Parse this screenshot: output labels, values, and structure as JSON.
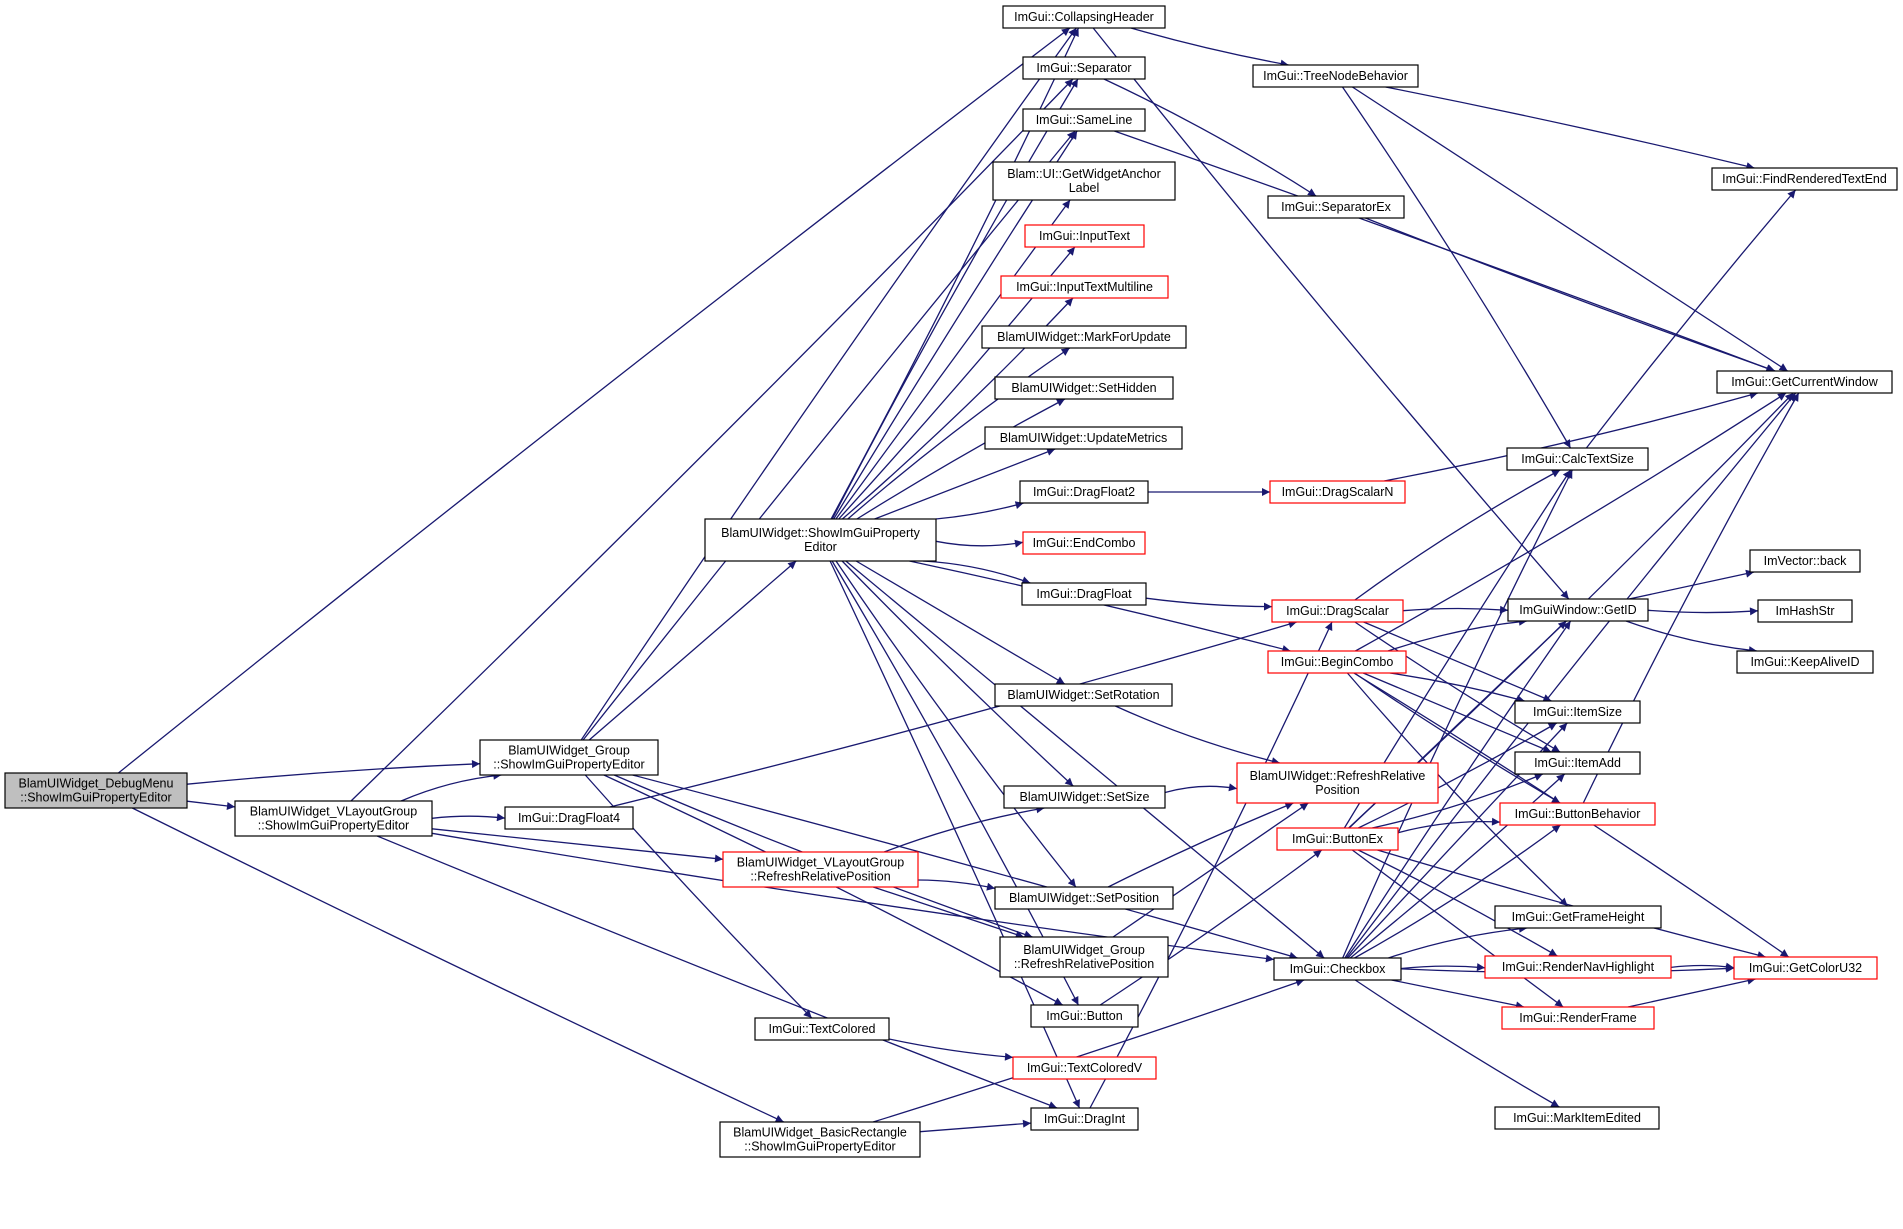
{
  "nodes": [
    {
      "id": "root",
      "lines": [
        "BlamUIWidget_DebugMenu",
        "::ShowImGuiPropertyEditor"
      ],
      "style": "root"
    },
    {
      "id": "vlayout",
      "lines": [
        "BlamUIWidget_VLayoutGroup",
        "::ShowImGuiPropertyEditor"
      ],
      "style": "normal"
    },
    {
      "id": "group",
      "lines": [
        "BlamUIWidget_Group",
        "::ShowImGuiPropertyEditor"
      ],
      "style": "normal"
    },
    {
      "id": "basicrect",
      "lines": [
        "BlamUIWidget_BasicRectangle",
        "::ShowImGuiPropertyEditor"
      ],
      "style": "normal"
    },
    {
      "id": "dragfloat4",
      "lines": [
        "ImGui::DragFloat4"
      ],
      "style": "normal"
    },
    {
      "id": "vlrefresh",
      "lines": [
        "BlamUIWidget_VLayoutGroup",
        "::RefreshRelativePosition"
      ],
      "style": "red"
    },
    {
      "id": "textcolored",
      "lines": [
        "ImGui::TextColored"
      ],
      "style": "normal"
    },
    {
      "id": "widget",
      "lines": [
        "BlamUIWidget::ShowImGuiProperty",
        "Editor"
      ],
      "style": "normal"
    },
    {
      "id": "collapsing",
      "lines": [
        "ImGui::CollapsingHeader"
      ],
      "style": "normal"
    },
    {
      "id": "separator",
      "lines": [
        "ImGui::Separator"
      ],
      "style": "normal"
    },
    {
      "id": "sameline",
      "lines": [
        "ImGui::SameLine"
      ],
      "style": "normal"
    },
    {
      "id": "anchorlabel",
      "lines": [
        "Blam::UI::GetWidgetAnchor",
        "Label"
      ],
      "style": "normal"
    },
    {
      "id": "inputtext",
      "lines": [
        "ImGui::InputText"
      ],
      "style": "red"
    },
    {
      "id": "inputmulti",
      "lines": [
        "ImGui::InputTextMultiline"
      ],
      "style": "red"
    },
    {
      "id": "markforupdate",
      "lines": [
        "BlamUIWidget::MarkForUpdate"
      ],
      "style": "normal"
    },
    {
      "id": "sethidden",
      "lines": [
        "BlamUIWidget::SetHidden"
      ],
      "style": "normal"
    },
    {
      "id": "updatemetrics",
      "lines": [
        "BlamUIWidget::UpdateMetrics"
      ],
      "style": "normal"
    },
    {
      "id": "dragfloat2",
      "lines": [
        "ImGui::DragFloat2"
      ],
      "style": "normal"
    },
    {
      "id": "endcombo",
      "lines": [
        "ImGui::EndCombo"
      ],
      "style": "red"
    },
    {
      "id": "dragfloat",
      "lines": [
        "ImGui::DragFloat"
      ],
      "style": "normal"
    },
    {
      "id": "setrotation",
      "lines": [
        "BlamUIWidget::SetRotation"
      ],
      "style": "normal"
    },
    {
      "id": "setsize",
      "lines": [
        "BlamUIWidget::SetSize"
      ],
      "style": "normal"
    },
    {
      "id": "setposition",
      "lines": [
        "BlamUIWidget::SetPosition"
      ],
      "style": "normal"
    },
    {
      "id": "grouprefresh",
      "lines": [
        "BlamUIWidget_Group",
        "::RefreshRelativePosition"
      ],
      "style": "normal"
    },
    {
      "id": "button",
      "lines": [
        "ImGui::Button"
      ],
      "style": "normal"
    },
    {
      "id": "textcoloredv",
      "lines": [
        "ImGui::TextColoredV"
      ],
      "style": "red"
    },
    {
      "id": "dragint",
      "lines": [
        "ImGui::DragInt"
      ],
      "style": "normal"
    },
    {
      "id": "treenode",
      "lines": [
        "ImGui::TreeNodeBehavior"
      ],
      "style": "normal"
    },
    {
      "id": "separatorex",
      "lines": [
        "ImGui::SeparatorEx"
      ],
      "style": "normal"
    },
    {
      "id": "dragscalarn",
      "lines": [
        "ImGui::DragScalarN"
      ],
      "style": "red"
    },
    {
      "id": "dragscalar",
      "lines": [
        "ImGui::DragScalar"
      ],
      "style": "red"
    },
    {
      "id": "begincombo",
      "lines": [
        "ImGui::BeginCombo"
      ],
      "style": "red"
    },
    {
      "id": "refreshrel",
      "lines": [
        "BlamUIWidget::RefreshRelative",
        "Position"
      ],
      "style": "red"
    },
    {
      "id": "buttonex",
      "lines": [
        "ImGui::ButtonEx"
      ],
      "style": "red"
    },
    {
      "id": "checkbox",
      "lines": [
        "ImGui::Checkbox"
      ],
      "style": "normal"
    },
    {
      "id": "calctextsize",
      "lines": [
        "ImGui::CalcTextSize"
      ],
      "style": "normal"
    },
    {
      "id": "getid",
      "lines": [
        "ImGuiWindow::GetID"
      ],
      "style": "normal"
    },
    {
      "id": "itemsize",
      "lines": [
        "ImGui::ItemSize"
      ],
      "style": "normal"
    },
    {
      "id": "itemadd",
      "lines": [
        "ImGui::ItemAdd"
      ],
      "style": "normal"
    },
    {
      "id": "buttonbehavior",
      "lines": [
        "ImGui::ButtonBehavior"
      ],
      "style": "red"
    },
    {
      "id": "getframeheight",
      "lines": [
        "ImGui::GetFrameHeight"
      ],
      "style": "normal"
    },
    {
      "id": "rendernav",
      "lines": [
        "ImGui::RenderNavHighlight"
      ],
      "style": "red"
    },
    {
      "id": "renderframe",
      "lines": [
        "ImGui::RenderFrame"
      ],
      "style": "red"
    },
    {
      "id": "markedited",
      "lines": [
        "ImGui::MarkItemEdited"
      ],
      "style": "normal"
    },
    {
      "id": "findrendered",
      "lines": [
        "ImGui::FindRenderedTextEnd"
      ],
      "style": "normal"
    },
    {
      "id": "getcurrentwindow",
      "lines": [
        "ImGui::GetCurrentWindow"
      ],
      "style": "normal"
    },
    {
      "id": "imvectorback",
      "lines": [
        "ImVector::back"
      ],
      "style": "normal"
    },
    {
      "id": "imhashstr",
      "lines": [
        "ImHashStr"
      ],
      "style": "normal"
    },
    {
      "id": "keepalive",
      "lines": [
        "ImGui::KeepAliveID"
      ],
      "style": "normal"
    },
    {
      "id": "getcoloru32",
      "lines": [
        "ImGui::GetColorU32"
      ],
      "style": "red"
    }
  ],
  "edges": [
    [
      "root",
      "collapsing"
    ],
    [
      "root",
      "group"
    ],
    [
      "root",
      "vlayout"
    ],
    [
      "root",
      "basicrect"
    ],
    [
      "vlayout",
      "separator"
    ],
    [
      "vlayout",
      "group"
    ],
    [
      "vlayout",
      "dragfloat4"
    ],
    [
      "vlayout",
      "vlrefresh"
    ],
    [
      "vlayout",
      "dragint"
    ],
    [
      "vlayout",
      "checkbox"
    ],
    [
      "group",
      "collapsing"
    ],
    [
      "group",
      "sameline"
    ],
    [
      "group",
      "widget"
    ],
    [
      "group",
      "textcolored"
    ],
    [
      "group",
      "grouprefresh"
    ],
    [
      "group",
      "button"
    ],
    [
      "group",
      "checkbox"
    ],
    [
      "basicrect",
      "dragint"
    ],
    [
      "basicrect",
      "checkbox"
    ],
    [
      "dragfloat4",
      "dragscalar"
    ],
    [
      "vlrefresh",
      "setsize"
    ],
    [
      "vlrefresh",
      "setposition"
    ],
    [
      "vlrefresh",
      "grouprefresh"
    ],
    [
      "textcolored",
      "textcoloredv"
    ],
    [
      "widget",
      "collapsing"
    ],
    [
      "widget",
      "separator"
    ],
    [
      "widget",
      "sameline"
    ],
    [
      "widget",
      "anchorlabel"
    ],
    [
      "widget",
      "inputtext"
    ],
    [
      "widget",
      "inputmulti"
    ],
    [
      "widget",
      "markforupdate"
    ],
    [
      "widget",
      "sethidden"
    ],
    [
      "widget",
      "updatemetrics"
    ],
    [
      "widget",
      "dragfloat2"
    ],
    [
      "widget",
      "endcombo"
    ],
    [
      "widget",
      "dragfloat"
    ],
    [
      "widget",
      "begincombo"
    ],
    [
      "widget",
      "setrotation"
    ],
    [
      "widget",
      "setsize"
    ],
    [
      "widget",
      "setposition"
    ],
    [
      "widget",
      "button"
    ],
    [
      "widget",
      "dragint"
    ],
    [
      "widget",
      "checkbox"
    ],
    [
      "collapsing",
      "treenode"
    ],
    [
      "collapsing",
      "getid"
    ],
    [
      "separator",
      "separatorex"
    ],
    [
      "sameline",
      "getcurrentwindow"
    ],
    [
      "dragfloat2",
      "dragscalarn"
    ],
    [
      "dragfloat",
      "dragscalar"
    ],
    [
      "setrotation",
      "refreshrel"
    ],
    [
      "setsize",
      "refreshrel"
    ],
    [
      "setposition",
      "refreshrel"
    ],
    [
      "grouprefresh",
      "refreshrel"
    ],
    [
      "button",
      "buttonex"
    ],
    [
      "dragint",
      "dragscalar"
    ],
    [
      "treenode",
      "calctextsize"
    ],
    [
      "treenode",
      "findrendered"
    ],
    [
      "treenode",
      "getcurrentwindow"
    ],
    [
      "separatorex",
      "getcurrentwindow"
    ],
    [
      "dragscalarn",
      "getcurrentwindow"
    ],
    [
      "dragscalar",
      "calctextsize"
    ],
    [
      "dragscalar",
      "getid"
    ],
    [
      "dragscalar",
      "itemsize"
    ],
    [
      "dragscalar",
      "itemadd"
    ],
    [
      "begincombo",
      "getcurrentwindow"
    ],
    [
      "begincombo",
      "getid"
    ],
    [
      "begincombo",
      "itemsize"
    ],
    [
      "begincombo",
      "itemadd"
    ],
    [
      "begincombo",
      "buttonbehavior"
    ],
    [
      "begincombo",
      "getframeheight"
    ],
    [
      "begincombo",
      "getcoloru32"
    ],
    [
      "buttonex",
      "calctextsize"
    ],
    [
      "buttonex",
      "getid"
    ],
    [
      "buttonex",
      "itemsize"
    ],
    [
      "buttonex",
      "itemadd"
    ],
    [
      "buttonex",
      "buttonbehavior"
    ],
    [
      "buttonex",
      "rendernav"
    ],
    [
      "buttonex",
      "renderframe"
    ],
    [
      "buttonex",
      "getcoloru32"
    ],
    [
      "buttonex",
      "getcurrentwindow"
    ],
    [
      "checkbox",
      "calctextsize"
    ],
    [
      "checkbox",
      "getid"
    ],
    [
      "checkbox",
      "itemsize"
    ],
    [
      "checkbox",
      "itemadd"
    ],
    [
      "checkbox",
      "buttonbehavior"
    ],
    [
      "checkbox",
      "getframeheight"
    ],
    [
      "checkbox",
      "rendernav"
    ],
    [
      "checkbox",
      "renderframe"
    ],
    [
      "checkbox",
      "markedited"
    ],
    [
      "checkbox",
      "getcoloru32"
    ],
    [
      "checkbox",
      "getcurrentwindow"
    ],
    [
      "calctextsize",
      "findrendered"
    ],
    [
      "getid",
      "imvectorback"
    ],
    [
      "getid",
      "imhashstr"
    ],
    [
      "getid",
      "keepalive"
    ],
    [
      "buttonbehavior",
      "getcurrentwindow"
    ],
    [
      "rendernav",
      "getcoloru32"
    ],
    [
      "renderframe",
      "getcoloru32"
    ]
  ]
}
